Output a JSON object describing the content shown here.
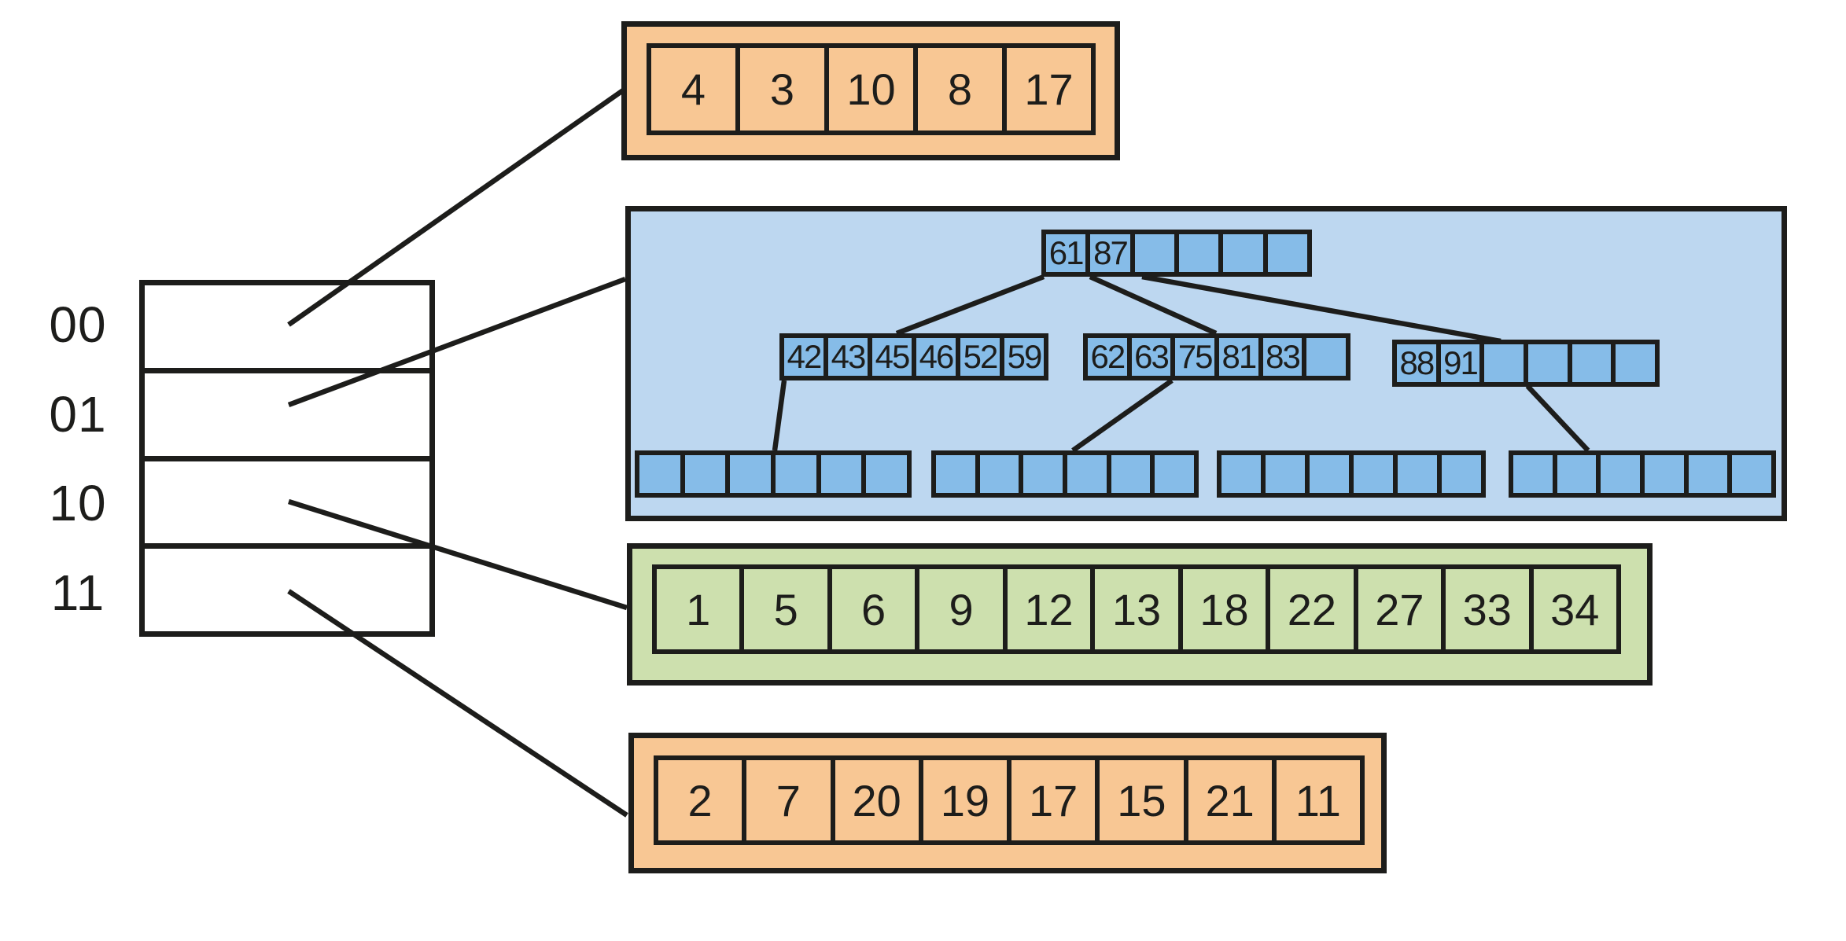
{
  "directory": {
    "labels": [
      "00",
      "01",
      "10",
      "11"
    ]
  },
  "buckets": {
    "bucket_00": {
      "cells": [
        "4",
        "3",
        "10",
        "8",
        "17"
      ]
    },
    "bucket_01_tree": {
      "root": [
        "61",
        "87",
        "",
        "",
        "",
        ""
      ],
      "child_left": [
        "42",
        "43",
        "45",
        "46",
        "52",
        "59"
      ],
      "child_mid": [
        "62",
        "63",
        "75",
        "81",
        "83",
        ""
      ],
      "child_right": [
        "88",
        "91",
        "",
        "",
        "",
        ""
      ],
      "leaf_1": [
        "",
        "",
        "",
        "",
        "",
        ""
      ],
      "leaf_2": [
        "",
        "",
        "",
        "",
        "",
        ""
      ],
      "leaf_3": [
        "",
        "",
        "",
        "",
        "",
        ""
      ],
      "leaf_4": [
        "",
        "",
        "",
        "",
        "",
        ""
      ]
    },
    "bucket_10": {
      "cells": [
        "1",
        "5",
        "6",
        "9",
        "12",
        "13",
        "18",
        "22",
        "27",
        "33",
        "34"
      ]
    },
    "bucket_11": {
      "cells": [
        "2",
        "7",
        "20",
        "19",
        "17",
        "15",
        "21",
        "11"
      ]
    }
  },
  "colors": {
    "orange_fill": "#F8C794",
    "blue_fill": "#BDD7F0",
    "blue_cell_fill": "#86BCE8",
    "green_fill": "#CDE0AE",
    "stroke": "#1D1D1B",
    "background": "#FFFFFF"
  }
}
